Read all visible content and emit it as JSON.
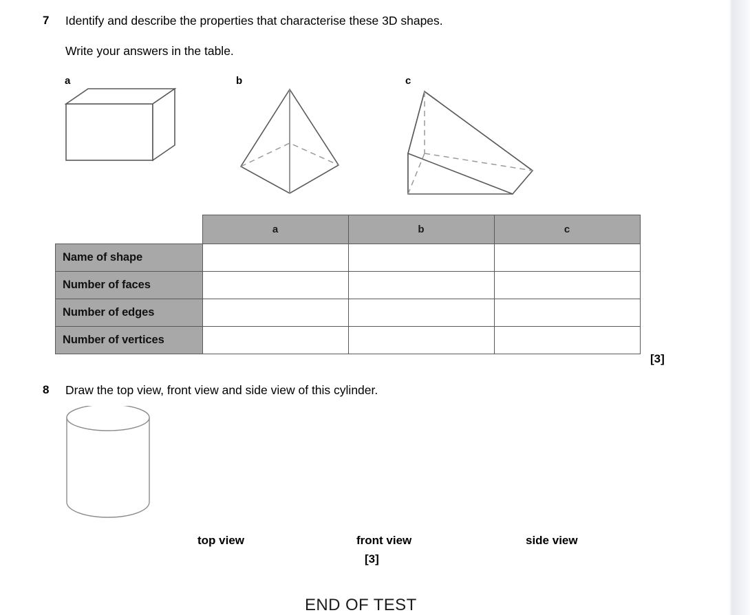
{
  "page": {
    "questions": [
      {
        "number": "7",
        "lines": [
          "Identify and describe the properties that characterise these 3D shapes.",
          "Write your answers in the table."
        ],
        "marks": "[3]",
        "shape_labels": [
          "a",
          "b",
          "c"
        ],
        "shapes": [
          {
            "label": "a",
            "name": "cuboid-figure"
          },
          {
            "label": "b",
            "name": "square-based-pyramid-figure"
          },
          {
            "label": "c",
            "name": "triangular-prism-figure"
          }
        ],
        "table": {
          "corner_label": "",
          "column_headers": [
            "a",
            "b",
            "c"
          ],
          "row_headers": [
            "Name of shape",
            "Number of faces",
            "Number of edges",
            "Number of vertices"
          ],
          "cells": [
            [
              "",
              "",
              ""
            ],
            [
              "",
              "",
              ""
            ],
            [
              "",
              "",
              ""
            ],
            [
              "",
              "",
              ""
            ]
          ]
        }
      },
      {
        "number": "8",
        "lines": [
          "Draw the top view, front view and side view of this cylinder."
        ],
        "marks": "[3]",
        "shape": {
          "name": "cylinder-figure"
        },
        "view_labels": [
          "top view",
          "front view",
          "side view"
        ]
      }
    ],
    "footer": "END OF TEST"
  },
  "colors": {
    "header_fill": "#a8a8a8",
    "table_border": "#595959",
    "shape_stroke": "#595959",
    "hidden_edge": "#9a9a9a",
    "page_background": "#ffffff",
    "margin_background": "#eceef2"
  }
}
